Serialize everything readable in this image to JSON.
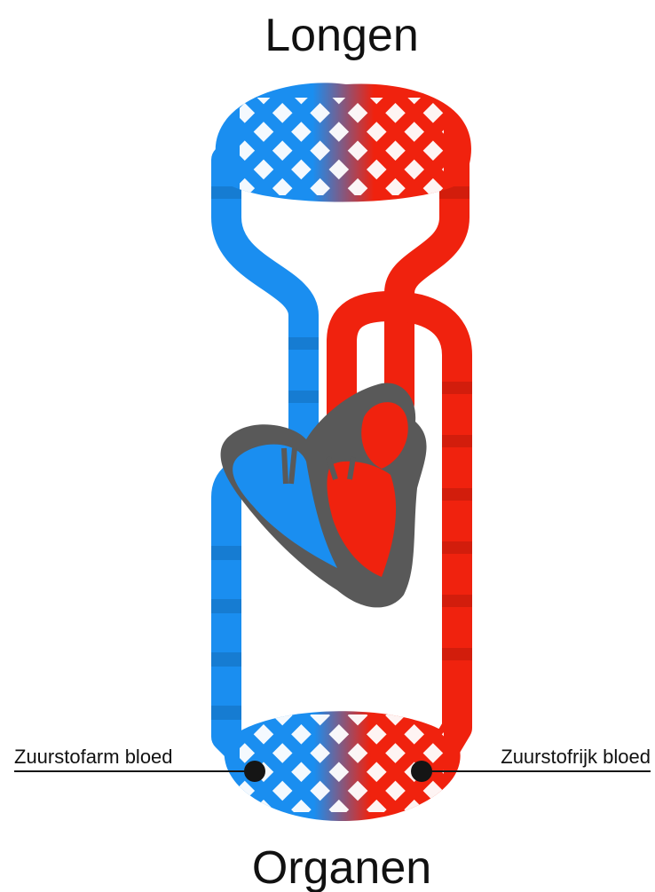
{
  "diagram": {
    "title_top": "Longen",
    "title_bottom": "Organen",
    "label_left": "Zuurstofarm bloed",
    "label_right": "Zuurstofrijk bloed"
  },
  "colors": {
    "deoxygenated": "#1a8ef0",
    "oxygenated": "#f0220e",
    "heart_wall": "#595959",
    "marker": "#151515"
  }
}
